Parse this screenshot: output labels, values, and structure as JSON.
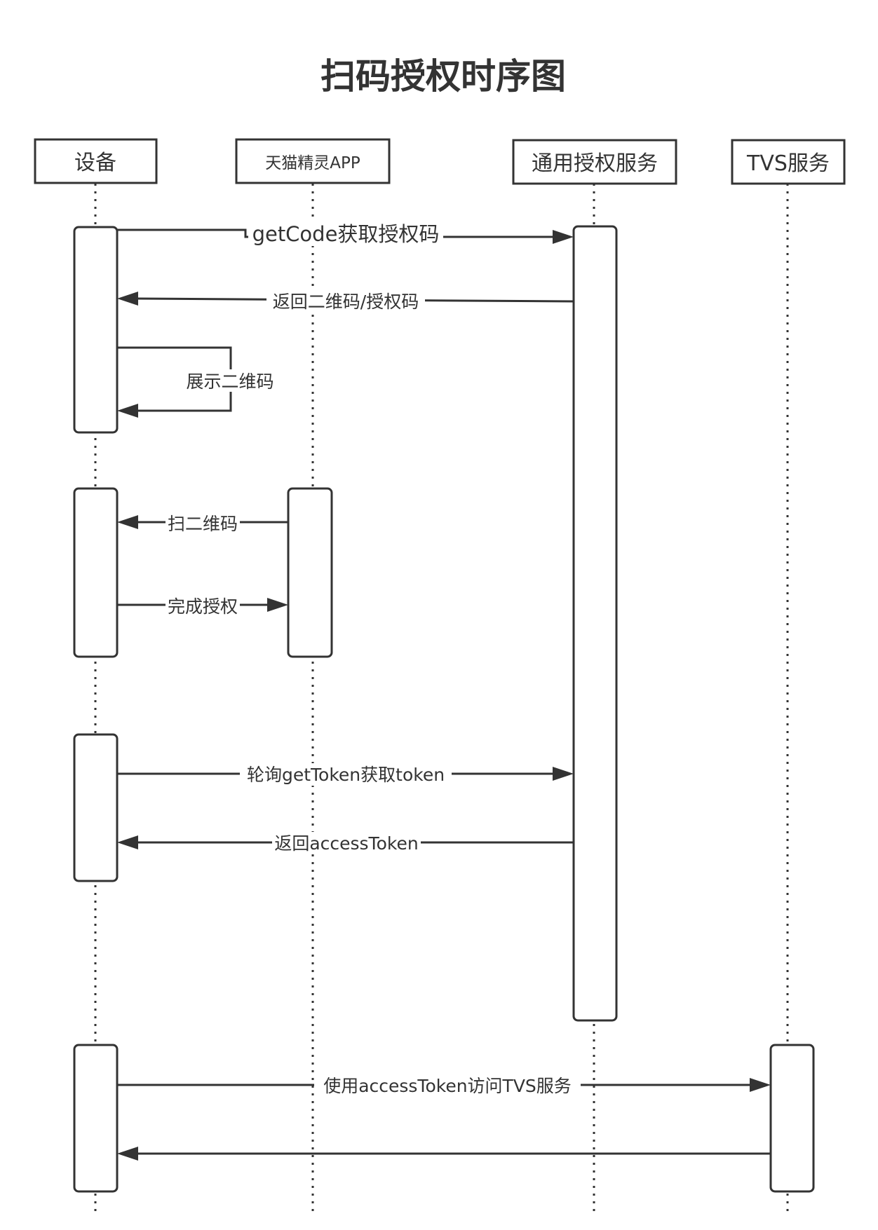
{
  "title": "扫码授权时序图",
  "colors": {
    "stroke": "#333333",
    "background": "#ffffff"
  },
  "actors": [
    {
      "id": "device",
      "label": "设备"
    },
    {
      "id": "tmall",
      "label": "天猫精灵APP"
    },
    {
      "id": "auth",
      "label": "通用授权服务"
    },
    {
      "id": "tvs",
      "label": "TVS服务"
    }
  ],
  "messages": [
    {
      "id": "get-code",
      "from": "device",
      "to": "auth",
      "label": "getCode获取授权码"
    },
    {
      "id": "return-qr",
      "from": "auth",
      "to": "device",
      "label": "返回二维码/授权码"
    },
    {
      "id": "show-qr",
      "from": "device",
      "to": "device",
      "label": "展示二维码",
      "self": true
    },
    {
      "id": "scan-qr",
      "from": "tmall",
      "to": "device",
      "label": "扫二维码"
    },
    {
      "id": "complete-auth",
      "from": "device",
      "to": "tmall",
      "label": "完成授权"
    },
    {
      "id": "poll-token",
      "from": "device",
      "to": "auth",
      "label": "轮询getToken获取token"
    },
    {
      "id": "return-token",
      "from": "auth",
      "to": "device",
      "label": "返回accessToken"
    },
    {
      "id": "use-token",
      "from": "device",
      "to": "tvs",
      "label": "使用accessToken访问TVS服务"
    },
    {
      "id": "tvs-response",
      "from": "tvs",
      "to": "device",
      "label": ""
    }
  ]
}
